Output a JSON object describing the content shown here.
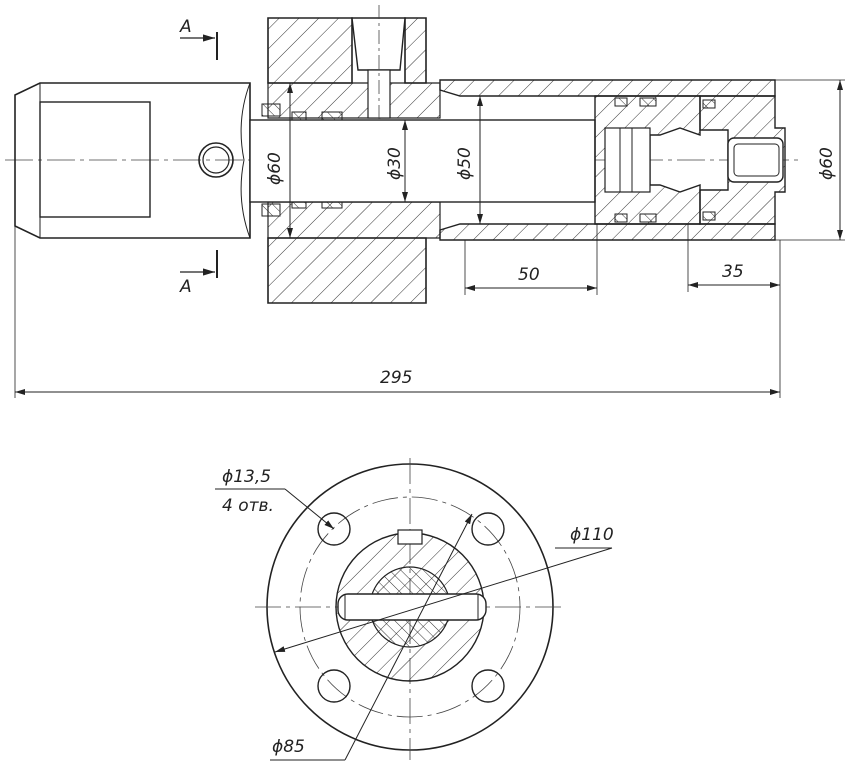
{
  "drawing": {
    "section_label_top": "A",
    "section_label_bottom": "A",
    "dia_bore_left": "ϕ60",
    "dia_shaft": "ϕ30",
    "dia_cylinder": "ϕ50",
    "dia_outer_right": "ϕ60",
    "len_50": "50",
    "len_35": "35",
    "len_total": "295",
    "hole_dia": "ϕ13,5",
    "hole_count": "4 отв.",
    "flange_dia": "ϕ110",
    "bolt_circle_dia": "ϕ85"
  }
}
